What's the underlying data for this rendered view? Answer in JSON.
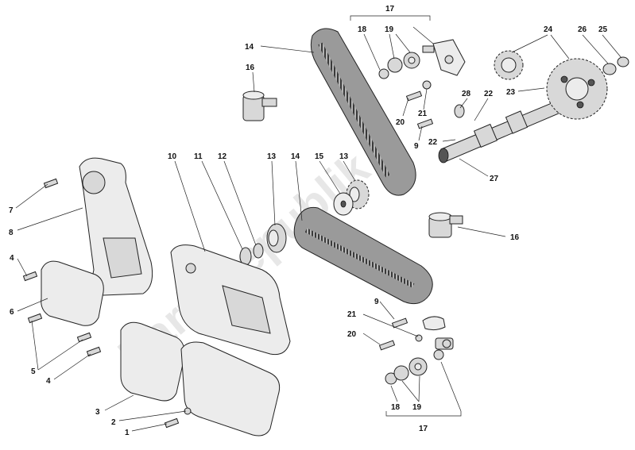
{
  "watermark": "PartsRepublik",
  "callouts": {
    "c17_top": "17",
    "c18_top": "18",
    "c19_top": "19",
    "c24": "24",
    "c26": "26",
    "c25": "25",
    "c14_top": "14",
    "c16_top": "16",
    "c28": "28",
    "c22_a": "22",
    "c23": "23",
    "c21_top": "21",
    "c20_top": "20",
    "c9_top": "9",
    "c22_b": "22",
    "c27": "27",
    "c10": "10",
    "c11": "11",
    "c12": "12",
    "c13_left": "13",
    "c14_mid": "14",
    "c15": "15",
    "c13_right": "13",
    "c7": "7",
    "c8": "8",
    "c4_top": "4",
    "c6": "6",
    "c5": "5",
    "c4_bot": "4",
    "c3": "3",
    "c2": "2",
    "c1": "1",
    "c16_right": "16",
    "c9_bot": "9",
    "c21_bot": "21",
    "c20_bot": "20",
    "c18_bot": "18",
    "c19_bot": "19",
    "c17_bot": "17"
  }
}
